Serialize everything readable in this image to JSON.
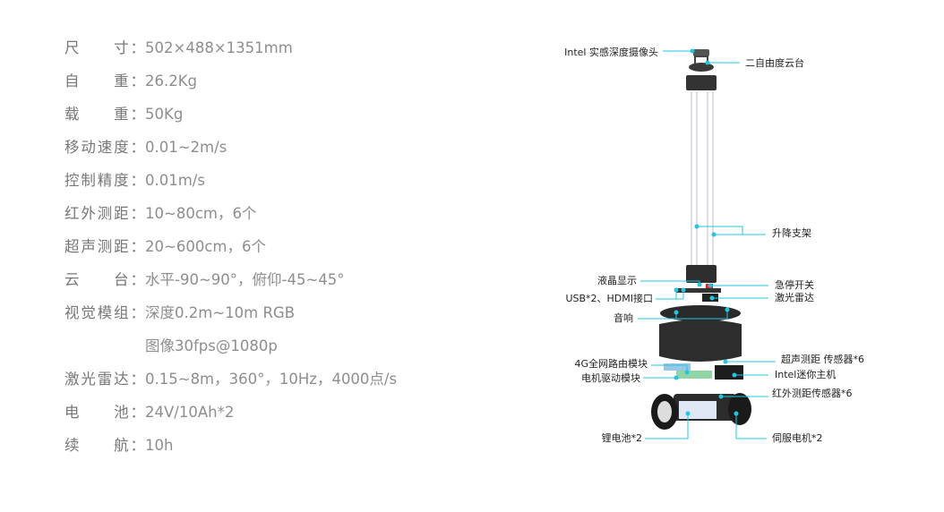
{
  "specs": [
    {
      "label": "尺　　寸：",
      "value": "502×488×1351mm"
    },
    {
      "label": "自　　重：",
      "value": "26.2Kg"
    },
    {
      "label": "载　　重：",
      "value": "50Kg"
    },
    {
      "label": "移动速度：",
      "value": "0.01~2m/s"
    },
    {
      "label": "控制精度：",
      "value": "0.01m/s"
    },
    {
      "label": "红外测距：",
      "value": "10~80cm，6个"
    },
    {
      "label": "超声测距：",
      "value": "20~600cm，6个"
    },
    {
      "label": "云　　台：",
      "value": "水平-90~90°，俯仰-45~45°"
    },
    {
      "label": "视觉模组：",
      "value": "深度0.2m~10m RGB"
    },
    {
      "label": "",
      "value": "图像30fps@1080p"
    },
    {
      "label": "激光雷达：",
      "value": "0.15~8m，360°，10Hz，4000点/s"
    },
    {
      "label": "电　　池：",
      "value": "24V/10Ah*2"
    },
    {
      "label": "续　　航：",
      "value": "10h"
    }
  ],
  "diagram": {
    "accent": "#1ec8e0",
    "labels": {
      "camera": "Intel 实感深度摄像头",
      "gimbal": "二自由度云台",
      "lift": "升降支架",
      "lcd": "液晶显示",
      "estop": "急停开关",
      "usb": "USB*2、HDMI接口",
      "lidar": "激光雷达",
      "speaker": "音响",
      "ultrasonic": "超声测距 传感器*6",
      "router": "4G全网路由模块",
      "minipc": "Intel迷你主机",
      "driver": "电机驱动模块",
      "infrared": "红外测距传感器*6",
      "battery": "锂电池*2",
      "servo": "伺服电机*2"
    }
  }
}
